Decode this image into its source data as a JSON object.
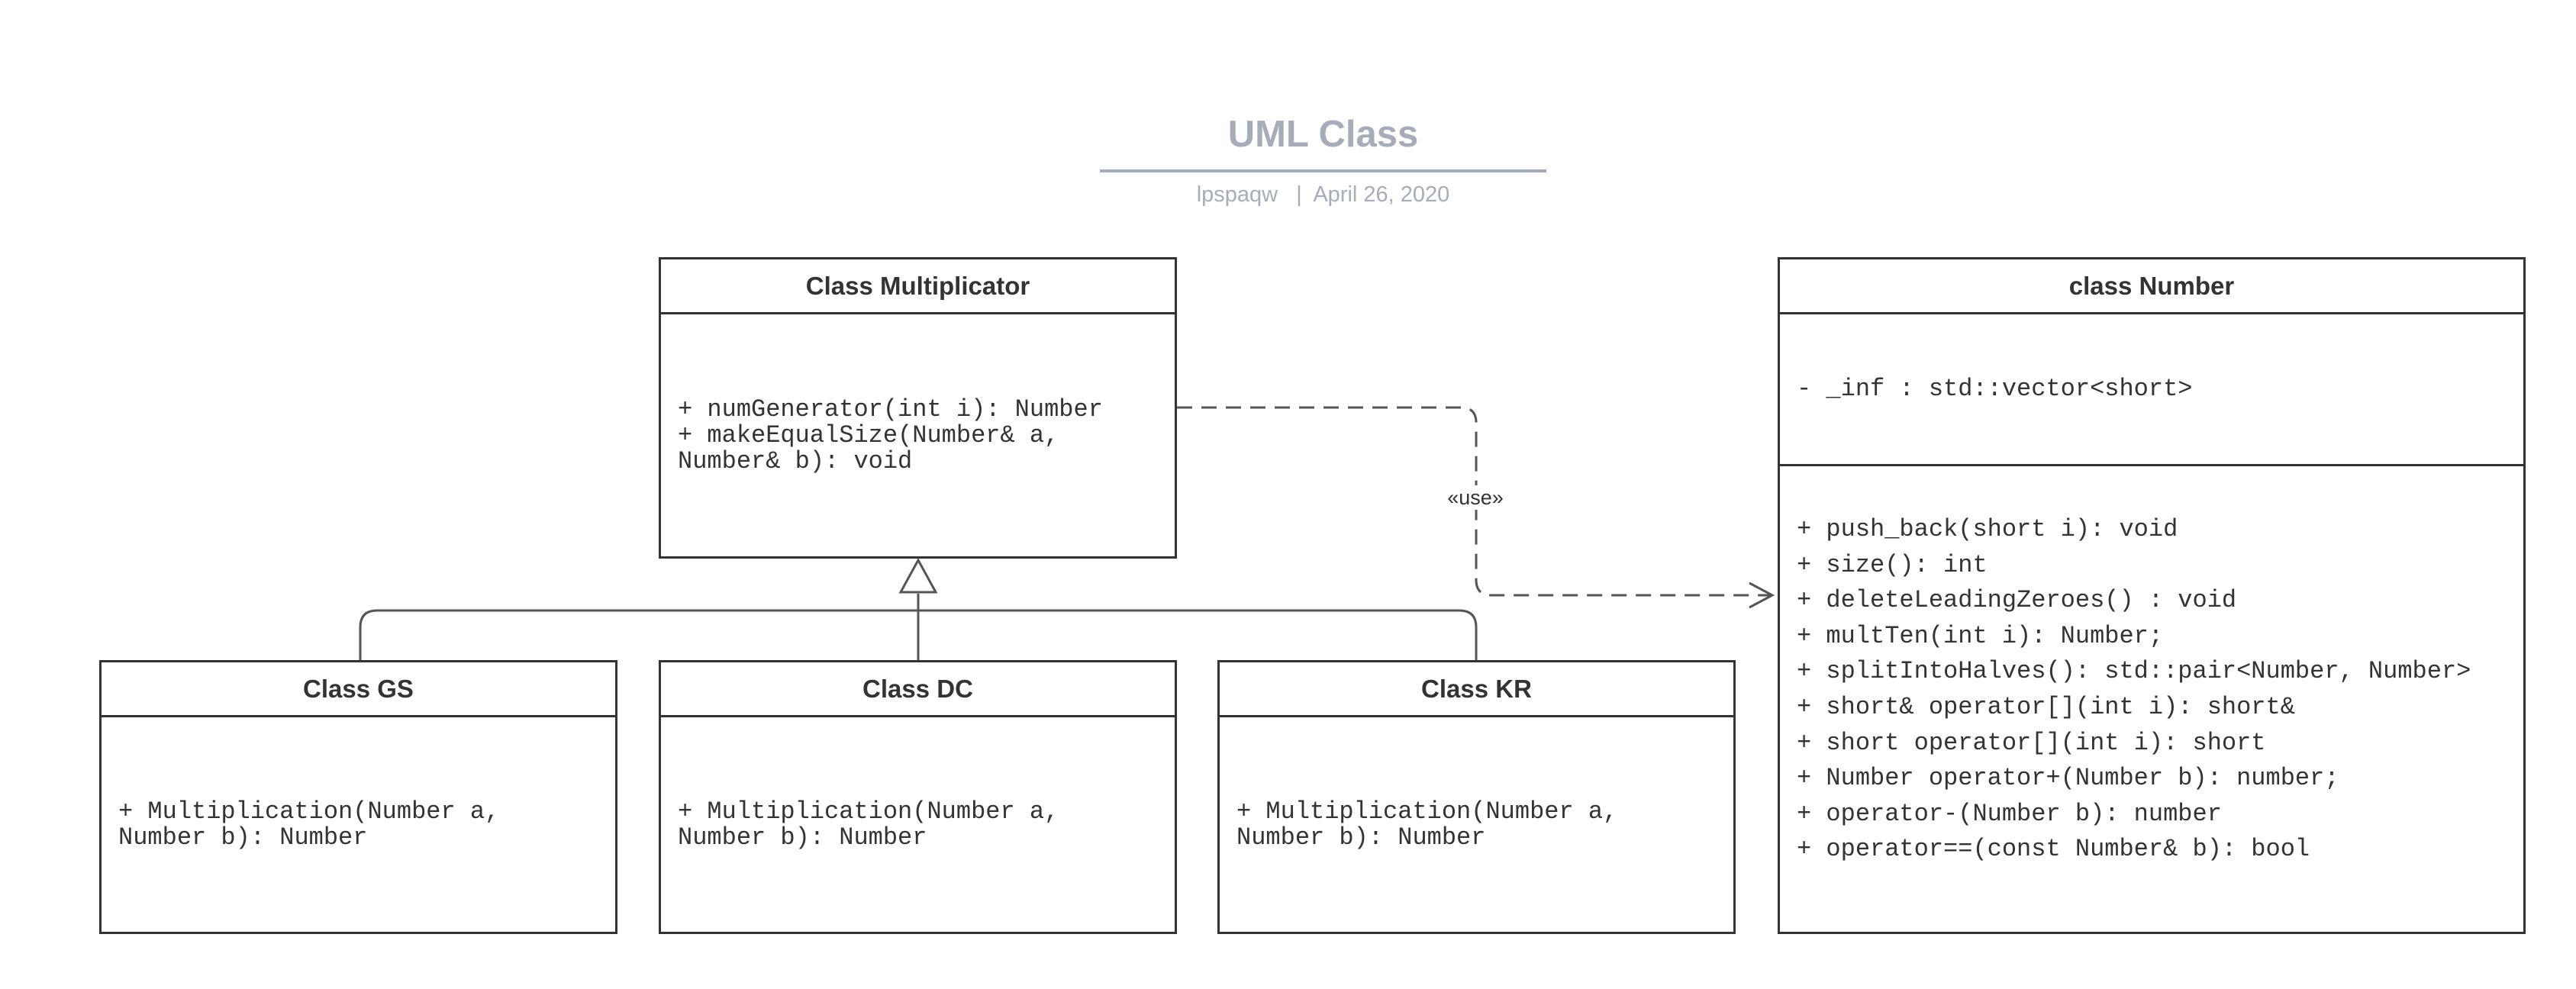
{
  "header": {
    "title": "UML Class",
    "subtitle": "lpspaqw   |  April 26, 2020"
  },
  "classes": {
    "multiplicator": {
      "name": "Class Multiplicator",
      "methods": [
        "+ numGenerator(int i): Number",
        "+ makeEqualSize(Number& a,",
        "Number& b): void"
      ]
    },
    "gs": {
      "name": "Class GS",
      "methods": [
        "+ Multiplication(Number a,",
        "Number b): Number"
      ]
    },
    "dc": {
      "name": "Class DC",
      "methods": [
        "+ Multiplication(Number a,",
        "Number b): Number"
      ]
    },
    "kr": {
      "name": "Class KR",
      "methods": [
        "+ Multiplication(Number a,",
        "Number b): Number"
      ]
    },
    "number": {
      "name": "class Number",
      "attributes": [
        "- _inf : std::vector<short>"
      ],
      "methods": [
        "+ push_back(short i): void",
        "+ size(): int",
        "+ deleteLeadingZeroes() : void",
        "+ multTen(int i): Number;",
        "+ splitIntoHalves(): std::pair<Number, Number>",
        "+ short& operator[](int i): short&",
        "+ short operator[](int i): short",
        "+ Number operator+(Number b): number;",
        "+ operator-(Number b): number",
        "+ operator==(const Number& b): bool"
      ]
    }
  },
  "relations": {
    "use_label": "«use»"
  },
  "colors": {
    "title": "#a7acb9",
    "stroke": "#333333",
    "connector": "#555555"
  }
}
